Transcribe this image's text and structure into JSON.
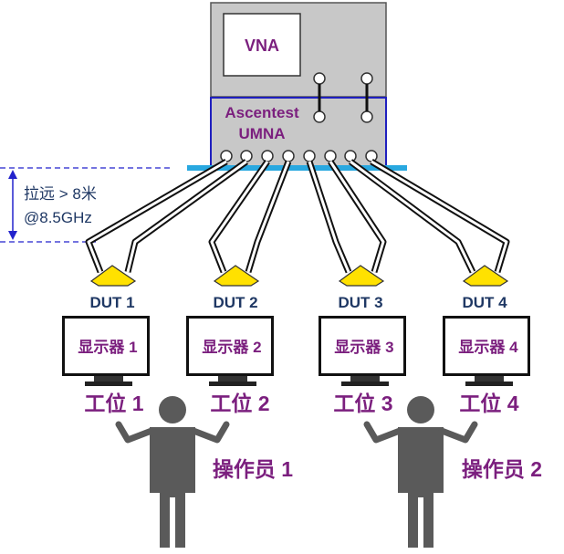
{
  "vna": {
    "label": "VNA"
  },
  "umna": {
    "brand": "Ascentest",
    "model": "UMNA"
  },
  "distance": {
    "line1": "拉远 > 8米",
    "line2": "@8.5GHz"
  },
  "duts": [
    {
      "label": "DUT 1",
      "monitor": "显示器 1",
      "station": "工位 1"
    },
    {
      "label": "DUT 2",
      "monitor": "显示器 2",
      "station": "工位 2"
    },
    {
      "label": "DUT 3",
      "monitor": "显示器 3",
      "station": "工位 3"
    },
    {
      "label": "DUT 4",
      "monitor": "显示器 4",
      "station": "工位 4"
    }
  ],
  "operators": [
    {
      "label": "操作员 1"
    },
    {
      "label": "操作员 2"
    }
  ],
  "colors": {
    "purple_text": "#7b1f7e",
    "navy_text": "#1f3864",
    "umna_border": "#1f1fbf",
    "rail": "#29a8e0",
    "dut_fill": "#ffe100",
    "person": "#5a5a5a",
    "dash": "#2222cc"
  }
}
